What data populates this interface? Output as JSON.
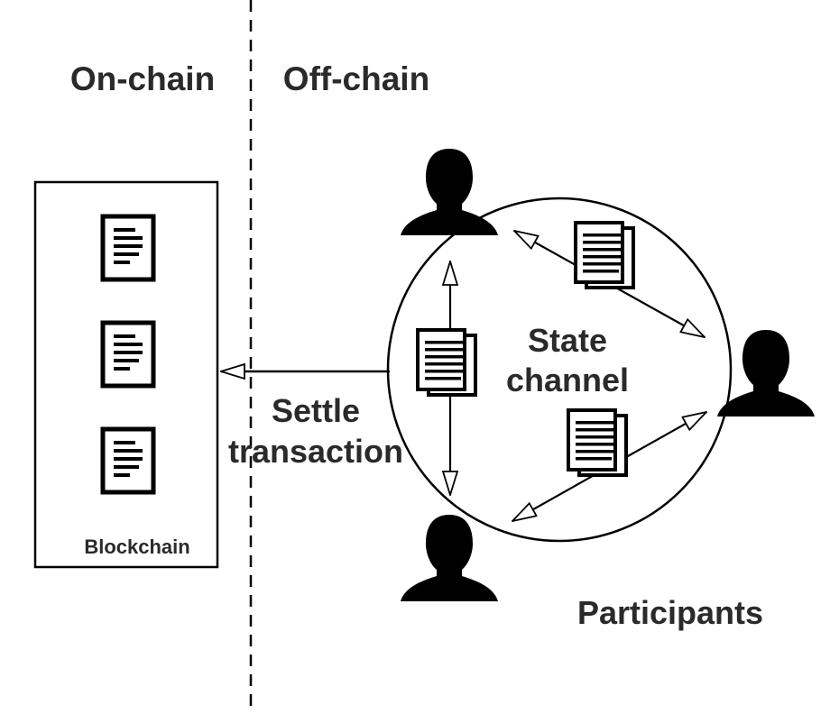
{
  "labels": {
    "on_chain": "On-chain",
    "off_chain": "Off-chain",
    "state_line1": "State",
    "state_line2": "channel",
    "settle_line1": "Settle",
    "settle_line2": "transaction",
    "blockchain": "Blockchain",
    "participants": "Participants"
  },
  "icons": [
    "document-icon",
    "person-icon",
    "stacked-documents-icon",
    "arrowhead-icon"
  ]
}
